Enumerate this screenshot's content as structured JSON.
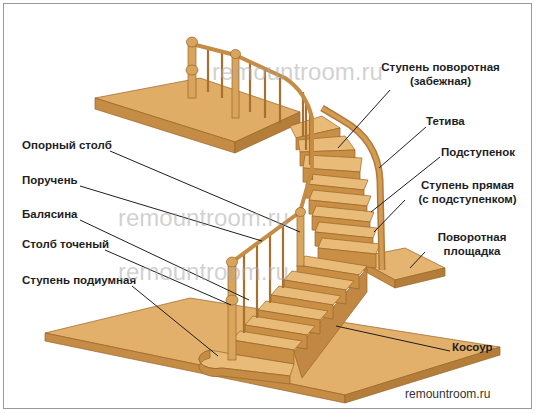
{
  "diagram": {
    "labels": [
      "Ступень поворотная (забежная)",
      "Тетива",
      "Подступенок",
      "Ступень прямая (с подступенком)",
      "Поворотная площадка",
      "Косоур",
      "Опорный столб",
      "Поручень",
      "Балясина",
      "Столб точеный",
      "Ступень подиумная",
      "remountroom.ru",
      "remountroom.ru",
      "remountroom.ru",
      "remountroom.ru"
    ]
  }
}
